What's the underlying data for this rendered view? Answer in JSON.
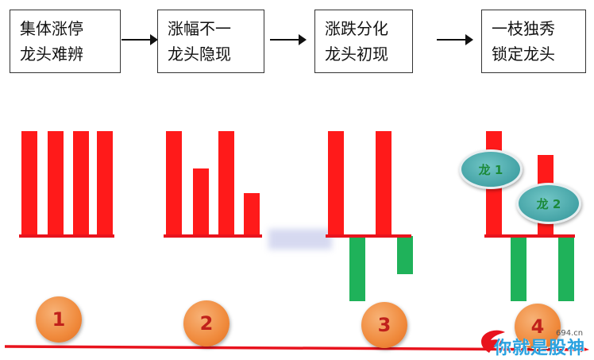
{
  "steps": [
    {
      "line1": "集体涨停",
      "line2": "龙头难辨"
    },
    {
      "line1": "涨幅不一",
      "line2": "龙头隐现"
    },
    {
      "line1": "涨跌分化",
      "line2": "龙头初现"
    },
    {
      "line1": "一枝独秀",
      "line2": "锁定龙头"
    }
  ],
  "stages": [
    {
      "label": "1"
    },
    {
      "label": "2"
    },
    {
      "label": "3"
    },
    {
      "label": "4"
    }
  ],
  "badges": [
    {
      "label": "龙 1"
    },
    {
      "label": "龙 2"
    }
  ],
  "watermark": {
    "text": "你就是股神",
    "url": "694.cn"
  },
  "colors": {
    "rise": "#ff1a1a",
    "fall": "#1fb25a",
    "baseline": "#e8131d",
    "stage_circle": "#f08a3c",
    "badge": "#44a3a6"
  }
}
